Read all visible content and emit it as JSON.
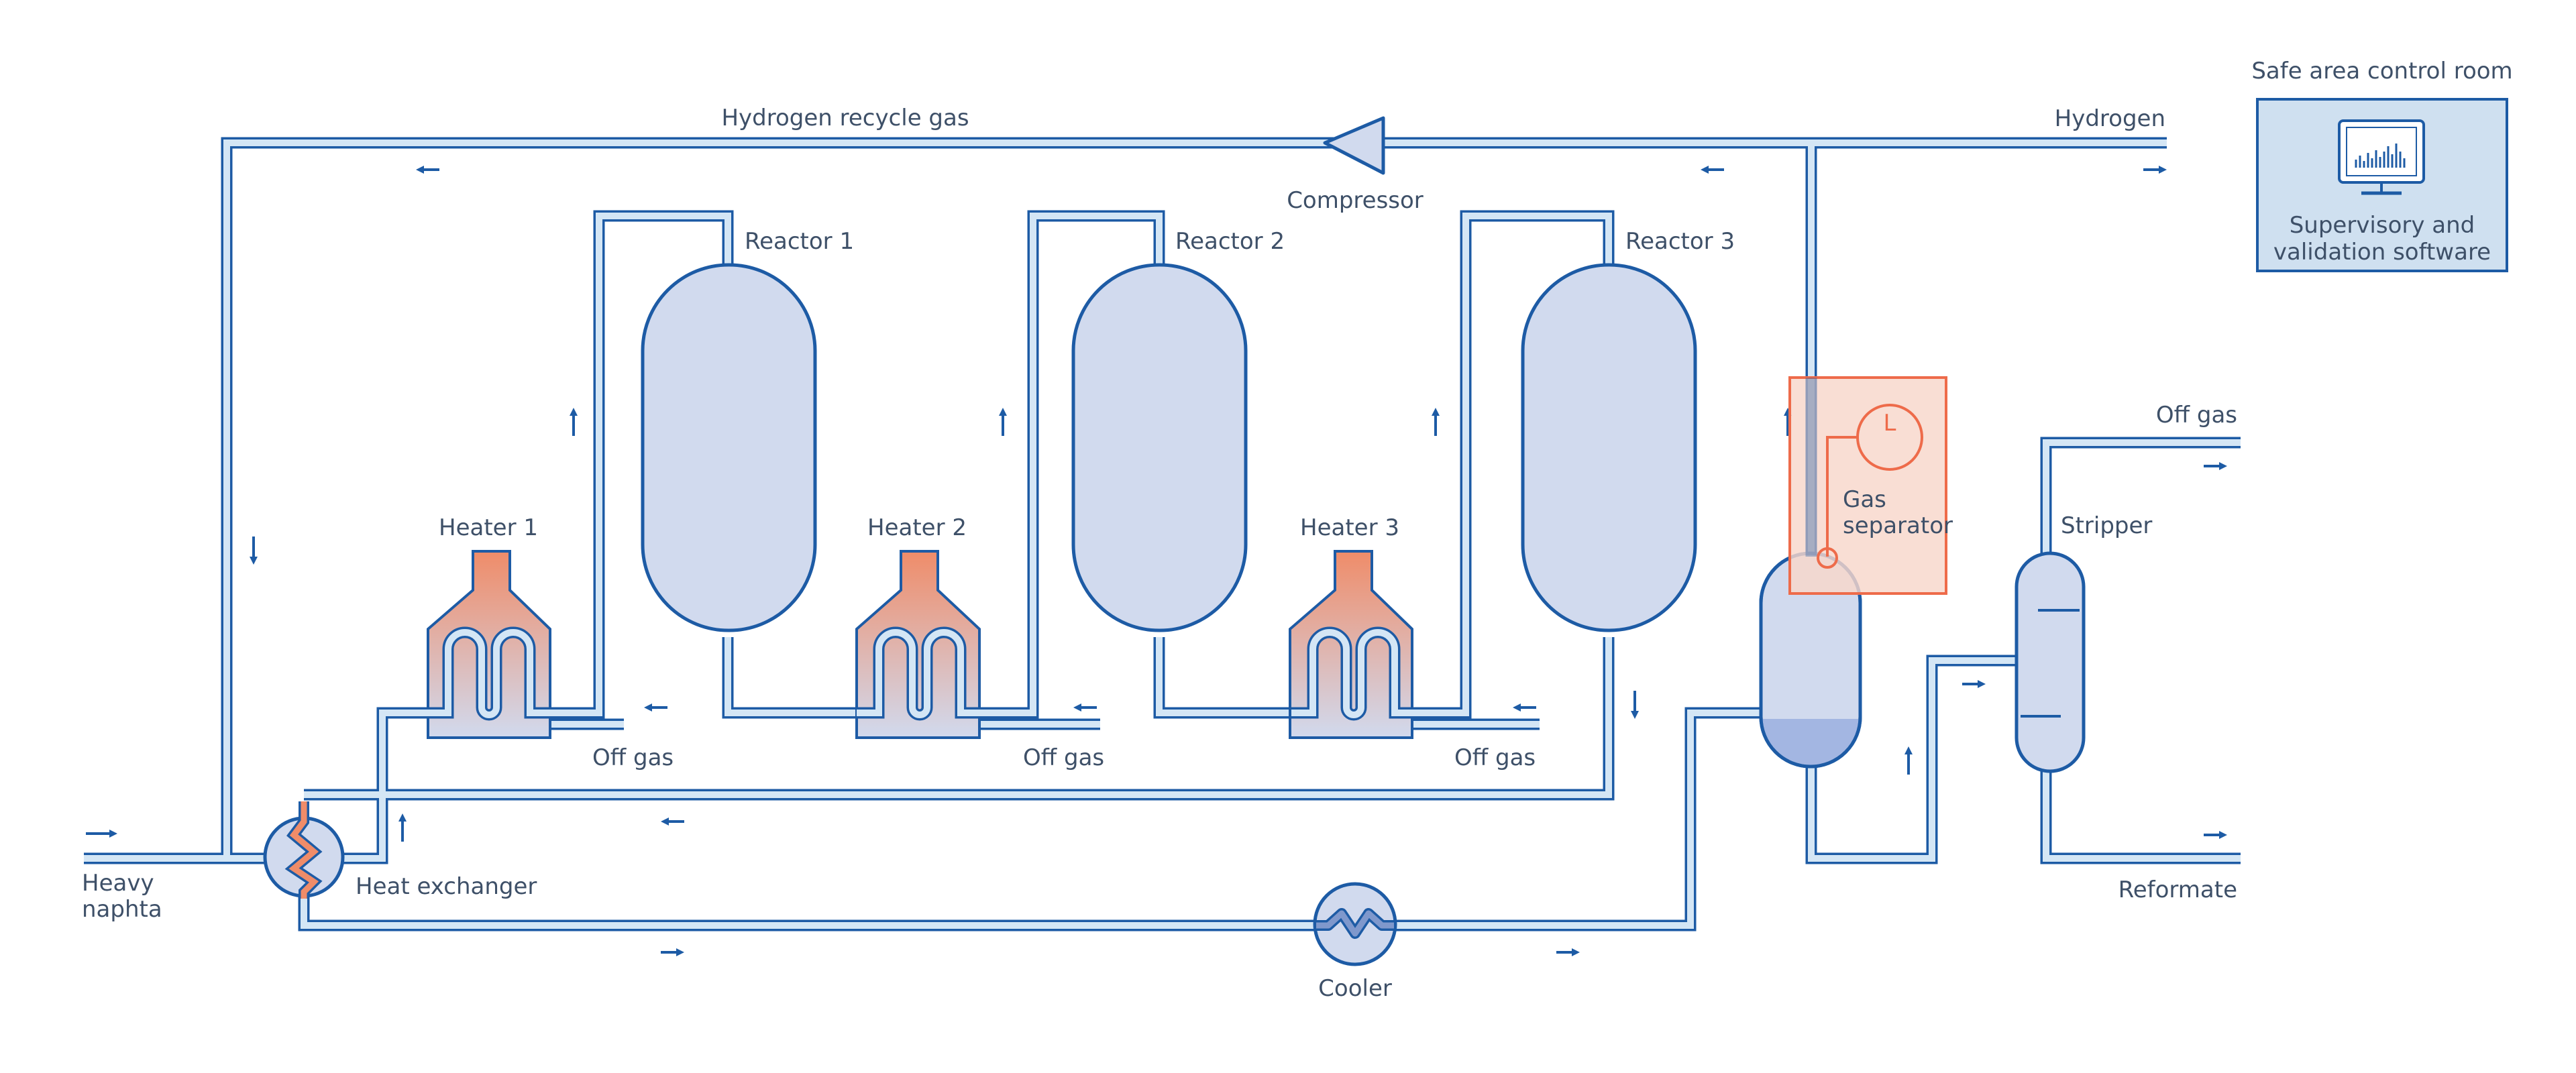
{
  "labels": {
    "hydrogen_recycle_gas": "Hydrogen recycle gas",
    "hydrogen": "Hydrogen",
    "compressor": "Compressor",
    "reactor_1": "Reactor 1",
    "reactor_2": "Reactor 2",
    "reactor_3": "Reactor 3",
    "heater_1": "Heater 1",
    "heater_2": "Heater 2",
    "heater_3": "Heater 3",
    "off_gas_1": "Off gas",
    "off_gas_2": "Off gas",
    "off_gas_3": "Off gas",
    "off_gas_stripper": "Off gas",
    "gas_separator_line1": "Gas",
    "gas_separator_line2": "separator",
    "level_sensor": "L",
    "stripper": "Stripper",
    "heavy_naphta_line1": "Heavy",
    "heavy_naphta_line2": "naphta",
    "heat_exchanger": "Heat exchanger",
    "cooler": "Cooler",
    "reformate": "Reformate"
  },
  "control_room": {
    "title": "Safe area control room",
    "software_line1": "Supervisory and",
    "software_line2": "validation software",
    "icon": "monitor-icon"
  },
  "colors": {
    "line": "#1d5ba5",
    "pipe_fill": "#d4e6f5",
    "vessel_fill": "#d1daee",
    "liquid": "#a3b6e2",
    "heater_orange": "#ef8c69",
    "highlight_fill": "#f8d7cb",
    "highlight_stroke": "#ee6b4a",
    "control_room_fill": "#cfe0f0",
    "text": "#3e5068"
  }
}
